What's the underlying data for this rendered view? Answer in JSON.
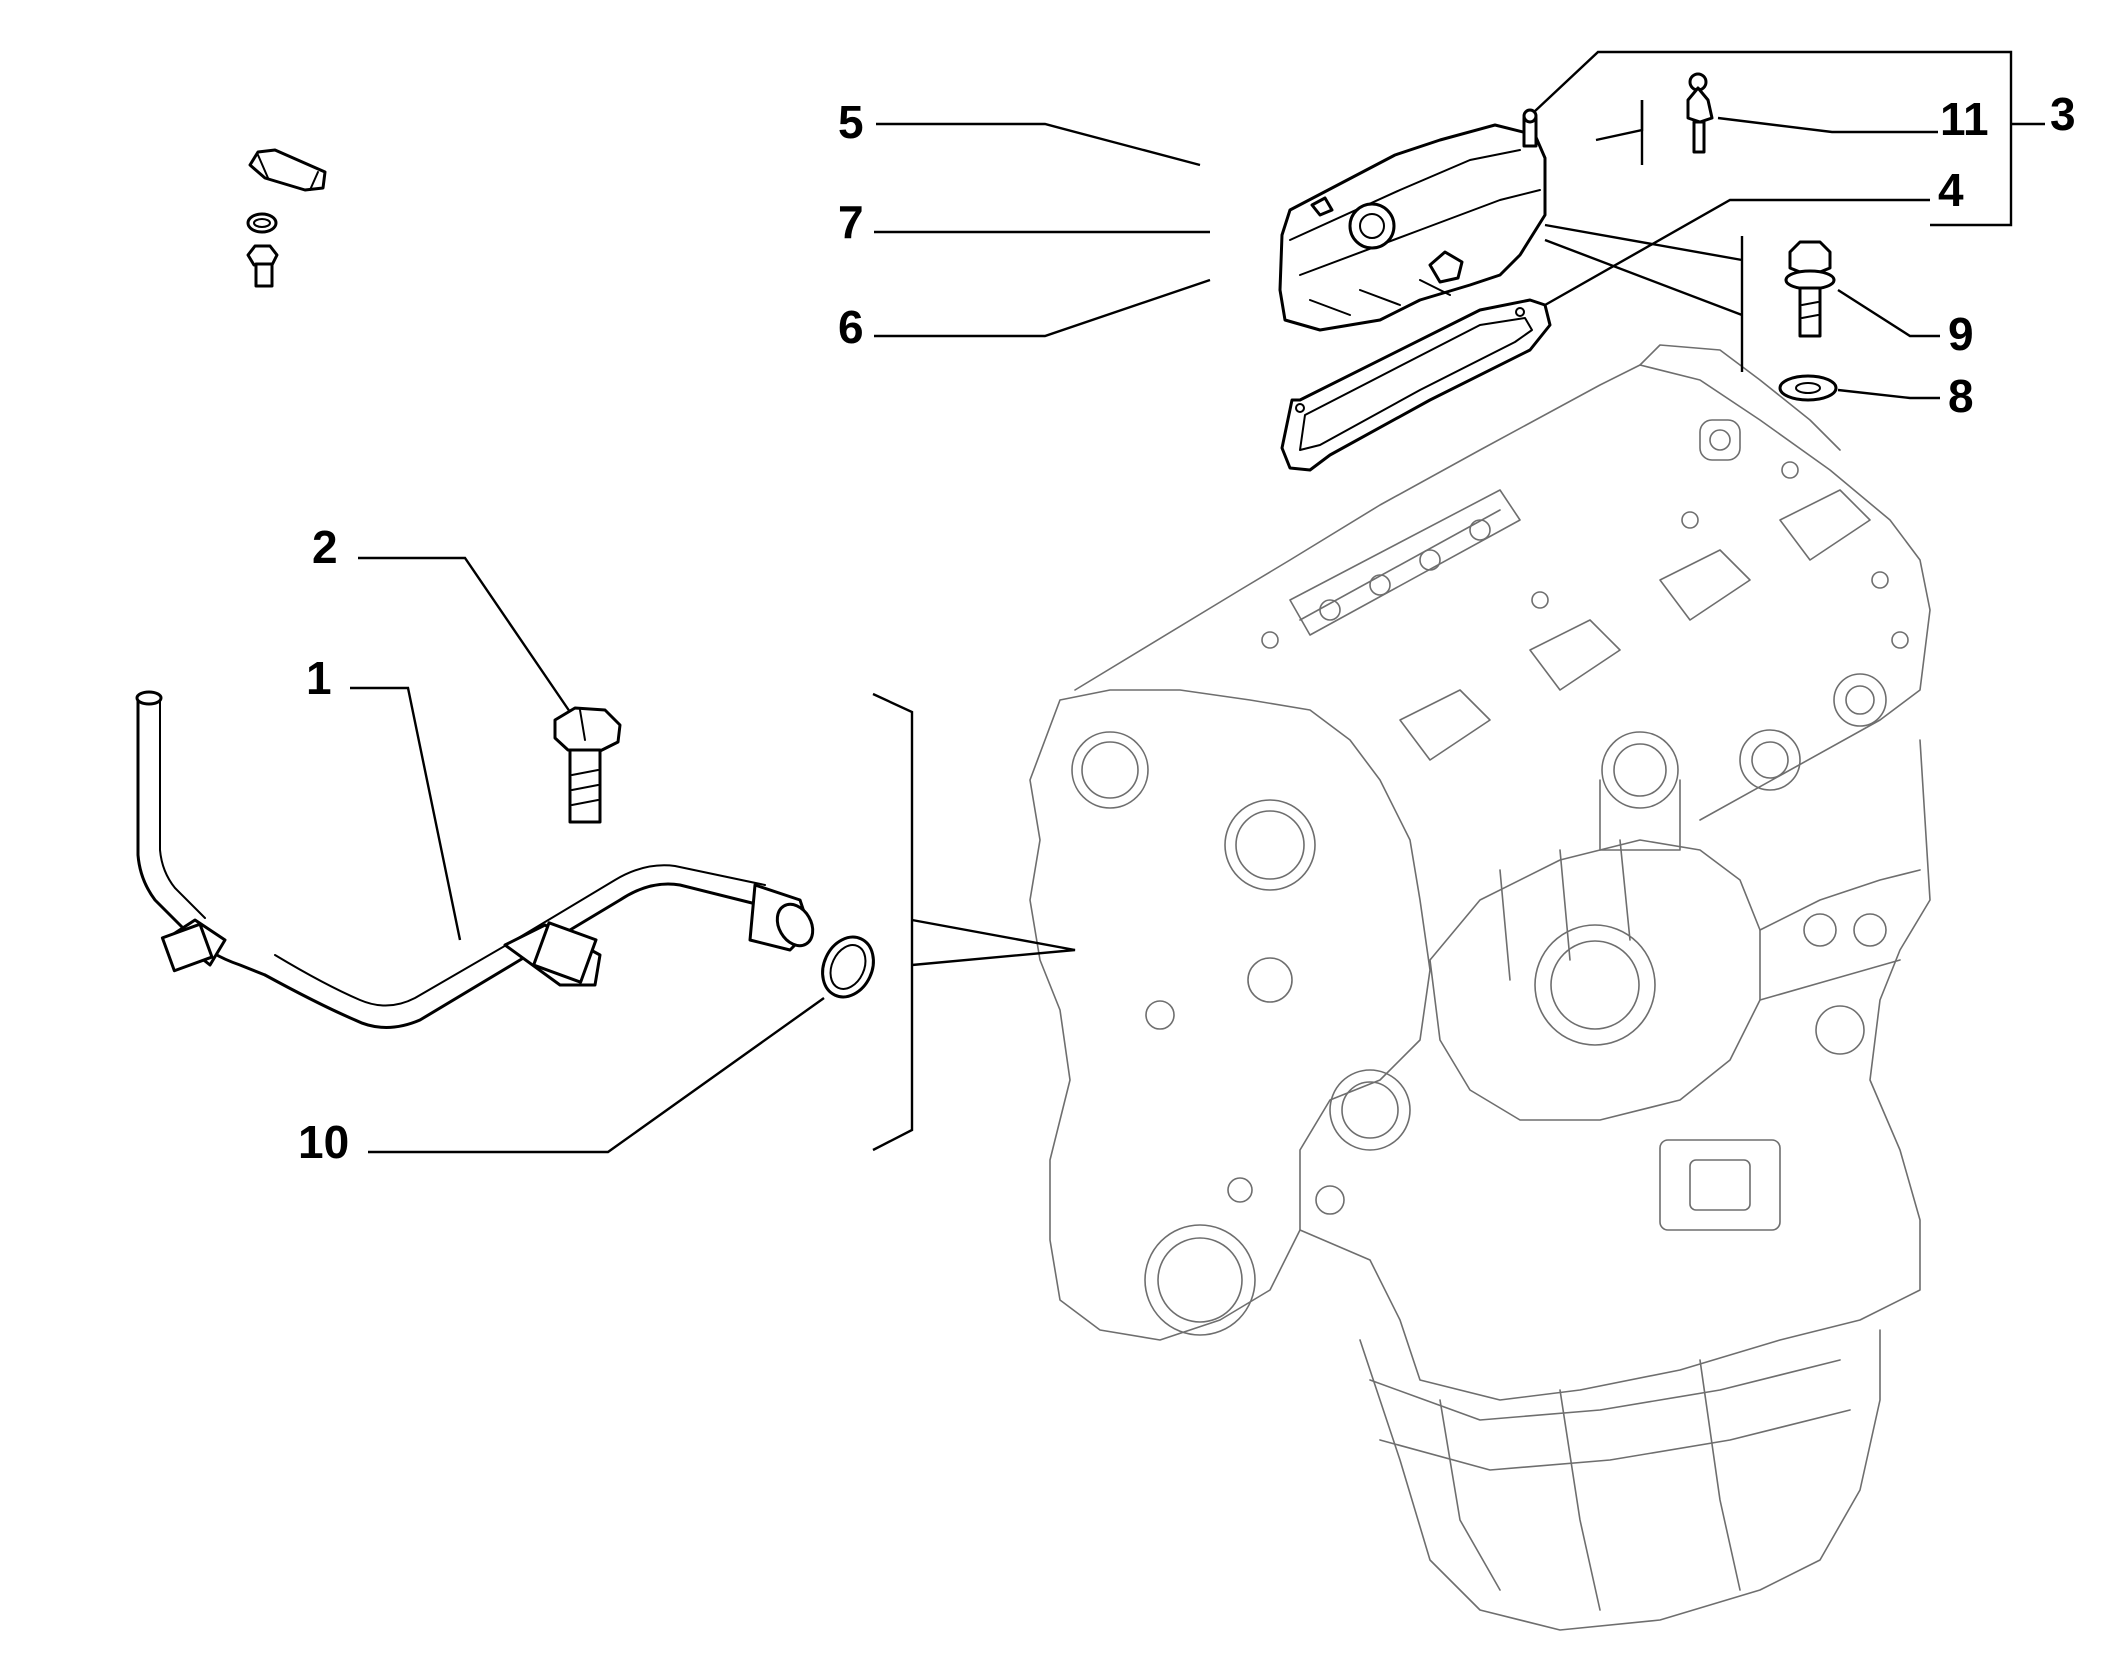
{
  "callouts": [
    {
      "id": "1",
      "text": "1"
    },
    {
      "id": "2",
      "text": "2"
    },
    {
      "id": "3",
      "text": "3"
    },
    {
      "id": "4",
      "text": "4"
    },
    {
      "id": "5",
      "text": "5"
    },
    {
      "id": "6",
      "text": "6"
    },
    {
      "id": "7",
      "text": "7"
    },
    {
      "id": "8",
      "text": "8"
    },
    {
      "id": "9",
      "text": "9"
    },
    {
      "id": "10",
      "text": "10"
    },
    {
      "id": "11",
      "text": "11"
    }
  ],
  "colors": {
    "parts": "#000000",
    "engine": "#6e6e6e",
    "background": "#ffffff"
  }
}
